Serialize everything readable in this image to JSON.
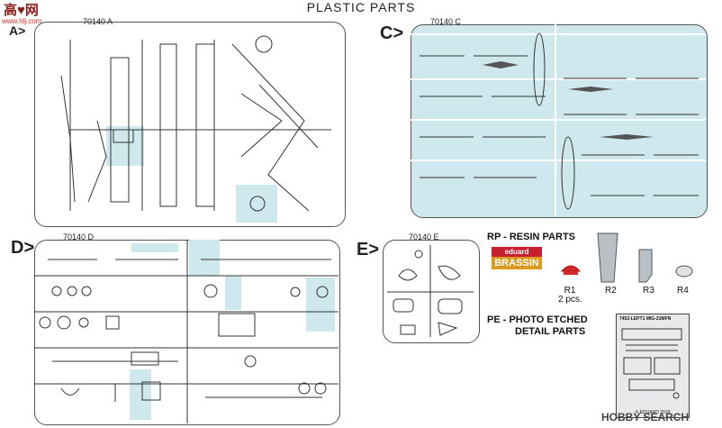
{
  "header": {
    "title": "PLASTIC PARTS"
  },
  "watermark_top": {
    "text": "高♥网",
    "site": "www.hlj.com"
  },
  "sprues": [
    {
      "letter": "A>",
      "code": "70140 A"
    },
    {
      "letter": "C>",
      "code": "70140 C"
    },
    {
      "letter": "D>",
      "code": "70140 D"
    },
    {
      "letter": "E>",
      "code": "70140 E"
    }
  ],
  "resin": {
    "heading": "RP - RESIN PARTS",
    "logo_top": "eduard",
    "logo_bottom": "BRASSIN",
    "parts": [
      {
        "label": "R1",
        "note": "2 pcs."
      },
      {
        "label": "R2",
        "note": ""
      },
      {
        "label": "R3",
        "note": ""
      },
      {
        "label": "R4",
        "note": ""
      }
    ]
  },
  "photoetch": {
    "heading_line1": "PE - PHOTO ETCHED",
    "heading_line2": "DETAIL PARTS",
    "fret_code": "7452-LEPT1  MIG-21MFN",
    "fret_footer": "© EDUARD 2019"
  },
  "watermark_bottom": {
    "text": "HOBBY SEARCH"
  }
}
